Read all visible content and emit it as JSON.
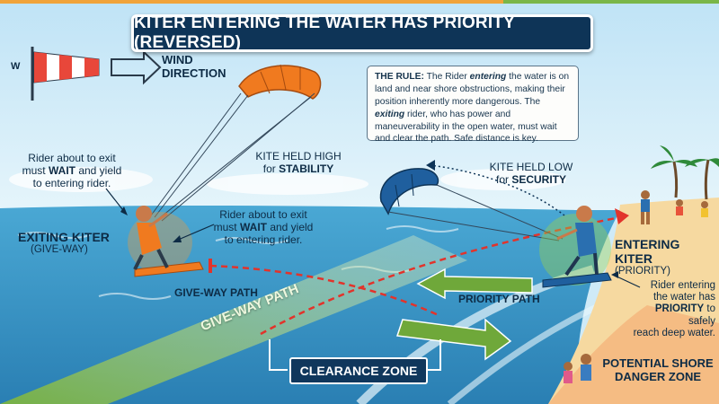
{
  "title": "KITER ENTERING THE WATER HAS PRIORITY (REVERSED)",
  "wind": {
    "compass_letter": "W",
    "label_line1": "WIND",
    "label_line2": "DIRECTION",
    "icon": "windsock-icon"
  },
  "rule": {
    "lead": "THE RULE:",
    "t1": " The Rider ",
    "e1": "entering",
    "t2": " the water is on land and near shore obstructions, making their position inherently more dangerous. The ",
    "e2": "exiting",
    "t3": " rider, who has power and maneuverability in the open water, must wait and clear the path. Safe distance is key."
  },
  "left_note": {
    "line1": "Rider about to exit",
    "line2_pre": "must ",
    "line2_bold": "WAIT",
    "line2_post": " and yield",
    "line3": "to entering rider."
  },
  "center_note": {
    "line1": "Rider about to exit",
    "line2_pre": "must ",
    "line2_bold": "WAIT",
    "line2_post": " and yield",
    "line3": "to entering rider."
  },
  "kite_high": {
    "line1": "KITE HELD HIGH",
    "line2_pre": "for ",
    "line2_bold": "STABILITY"
  },
  "kite_low": {
    "line1": "KITE HELD LOW",
    "line2_pre": "for ",
    "line2_bold": "SECURITY"
  },
  "exiting": {
    "title": "EXITING KITER",
    "sub": "(GIVE-WAY)"
  },
  "entering": {
    "title": "ENTERING KITER",
    "sub": "(PRIORITY)"
  },
  "paths": {
    "give_way_path": "GIVE-WAY PATH",
    "give_way_band": "GIVE-WAY PATH",
    "priority_path": "PRIORITY PATH"
  },
  "entering_note": {
    "line1": "Rider entering",
    "line2": "the water has",
    "line3_bold": "PRIORITY",
    "line3_post": " to safely",
    "line4": "reach deep water."
  },
  "clearance_zone": "CLEARANCE ZONE",
  "danger_zone": {
    "line1": "POTENTIAL SHORE",
    "line2": "DANGER ZONE"
  },
  "colors": {
    "title_bg": "#0e3457",
    "kite_orange": "#f07a1f",
    "kite_blue": "#1f5f9e",
    "give_way_green": "#9bc94a",
    "priority_green": "#6fa83a",
    "path_red": "#e2332b",
    "sand": "#f6d9a0",
    "sea": "#3f98c4"
  }
}
